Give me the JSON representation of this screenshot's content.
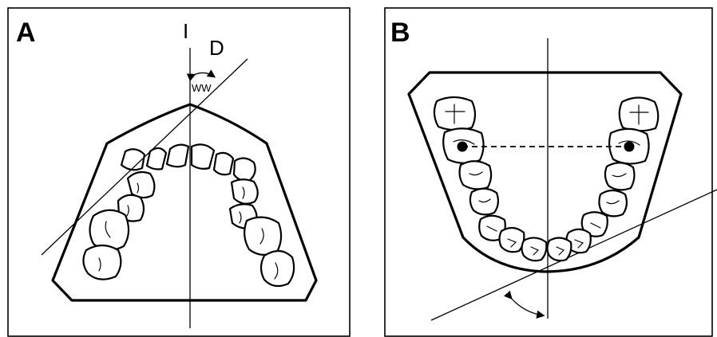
{
  "panel_a": {
    "letter": "A",
    "midline_label": "I",
    "diagonal_label": "D",
    "angle_label": "WW"
  },
  "panel_b": {
    "letter": "B"
  },
  "colors": {
    "ink": "#000000",
    "background": "#ffffff"
  }
}
